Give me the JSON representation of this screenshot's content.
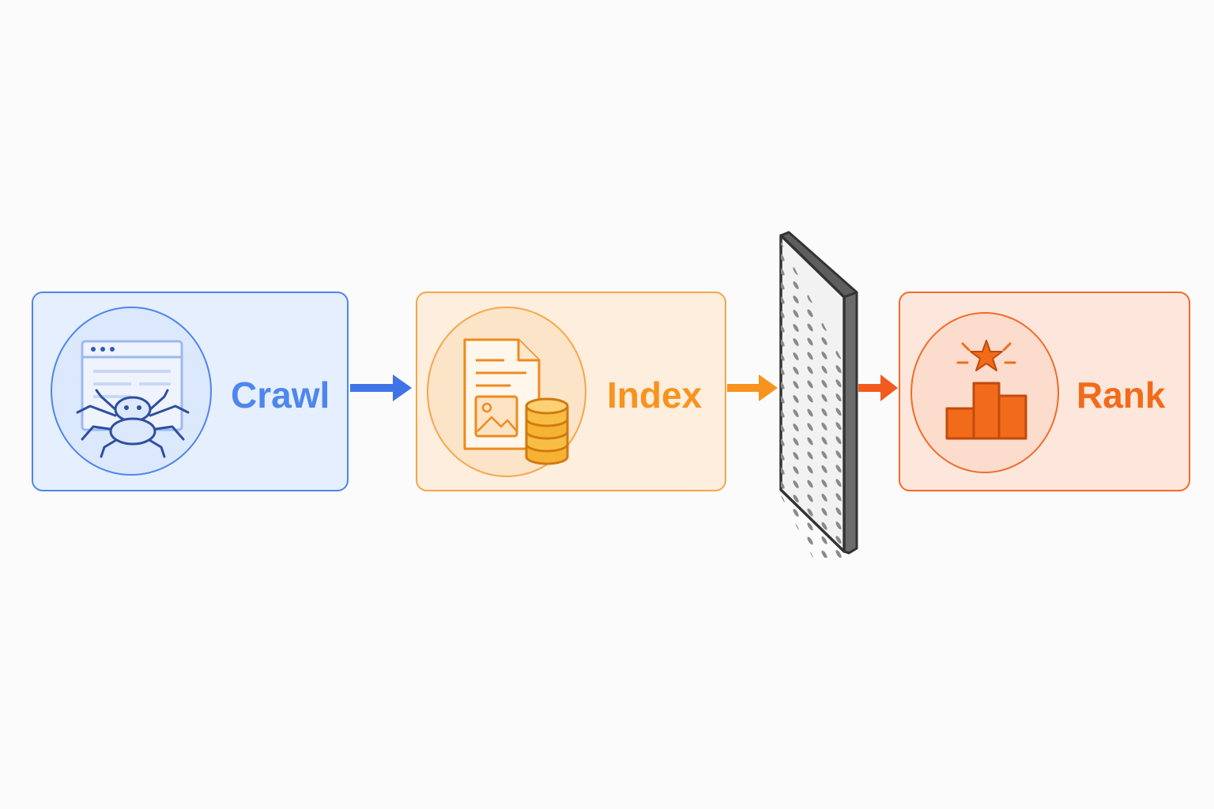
{
  "stages": [
    {
      "label": "Crawl",
      "icon": "spider-icon",
      "color": "#4e86ec"
    },
    {
      "label": "Index",
      "icon": "document-database-icon",
      "color": "#f7931e"
    },
    {
      "label": "Rank",
      "icon": "podium-star-icon",
      "color": "#f26b1a"
    }
  ],
  "filter": {
    "icon": "filter-screen-icon"
  }
}
